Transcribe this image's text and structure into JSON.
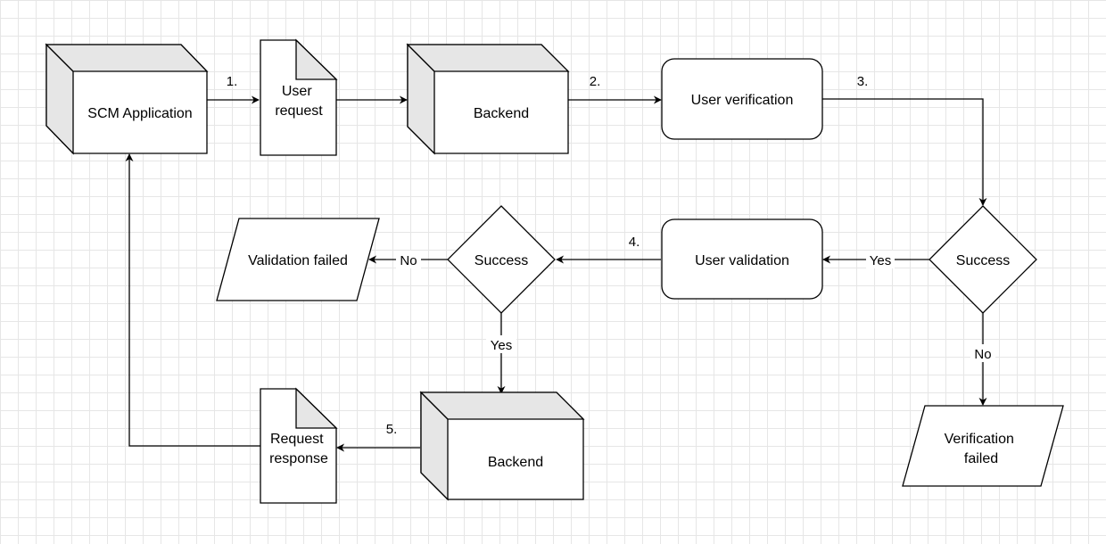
{
  "nodes": {
    "scm_app": "SCM Application",
    "user_request": [
      "User",
      "request"
    ],
    "backend_1": "Backend",
    "user_verification": "User verification",
    "success_1": "Success",
    "user_validation": "User validation",
    "success_2": "Success",
    "validation_failed": "Validation failed",
    "verification_failed": [
      "Verification",
      "failed"
    ],
    "backend_2": "Backend",
    "request_response": [
      "Request",
      "response"
    ]
  },
  "edges": {
    "step1": "1.",
    "step2": "2.",
    "step3": "3.",
    "step4": "4.",
    "step5": "5.",
    "yes_1": "Yes",
    "no_1": "No",
    "yes_2": "Yes",
    "no_2": "No"
  },
  "colors": {
    "stroke": "#000000",
    "fill": "#ffffff",
    "shade": "#e6e6e6",
    "grid": "#e6e6e6"
  }
}
